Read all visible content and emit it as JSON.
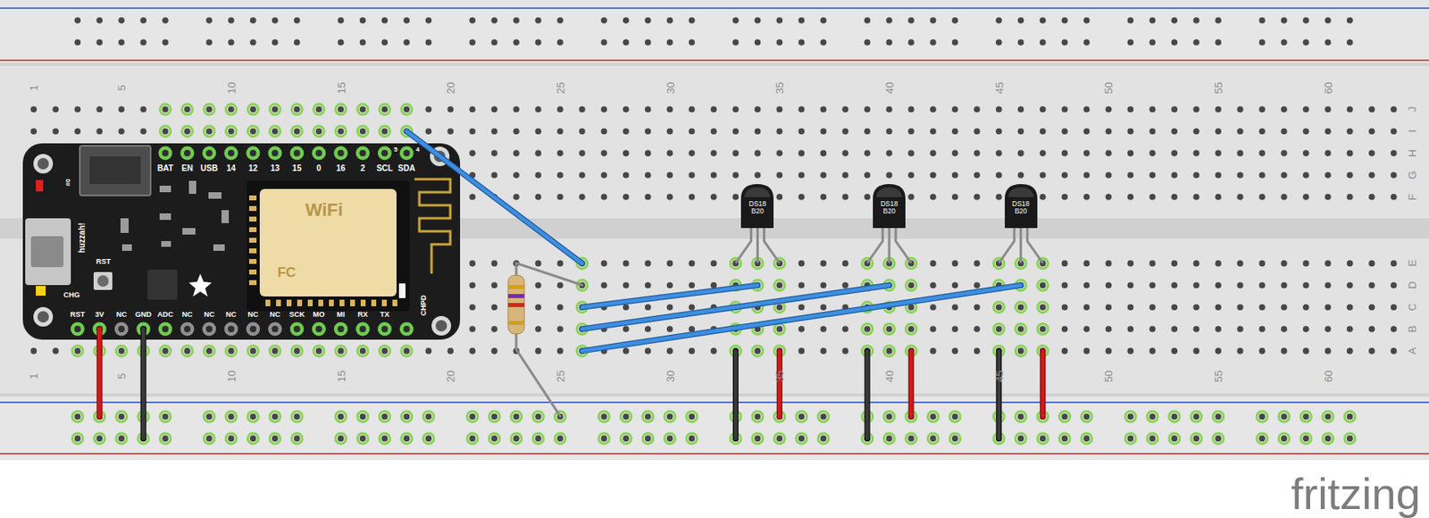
{
  "diagram": {
    "nodes": [
      {
        "text": [
          "DS18 B20"
        ]
      },
      {
        "text": [
          "DS18 B20"
        ]
      },
      {
        "text": [
          "DS18 B20"
        ]
      }
    ],
    "labels": [
      "1",
      "5",
      "10",
      "15",
      "20",
      "25",
      "30",
      "35",
      "40",
      "45",
      "50",
      "55",
      "60",
      "J",
      "I",
      "H",
      "G",
      "F",
      "E",
      "D",
      "C",
      "B",
      "A",
      "1",
      "5",
      "10",
      "15",
      "20",
      "25",
      "30",
      "35",
      "40",
      "45",
      "50",
      "55",
      "60",
      "#0",
      "BAT",
      "EN",
      "USB",
      "14",
      "12",
      "13",
      "15",
      "0",
      "16",
      "2",
      "SCL",
      "SDA",
      "5",
      "4",
      "huzzah!",
      "RST",
      "CHG",
      "RST",
      "3V",
      "NC",
      "GND",
      "ADC",
      "NC",
      "NC",
      "NC",
      "NC",
      "NC",
      "SCK",
      "MO",
      "MI",
      "RX",
      "TX",
      "CHPD",
      "WiFi",
      "FC",
      "fritzing"
    ]
  }
}
